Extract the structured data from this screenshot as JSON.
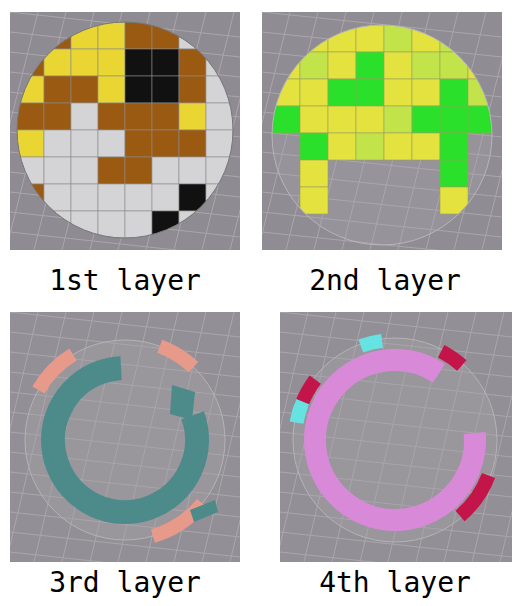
{
  "diagram": {
    "labels": [
      "1st layer",
      "2nd layer",
      "3rd layer",
      "4th layer"
    ]
  }
}
